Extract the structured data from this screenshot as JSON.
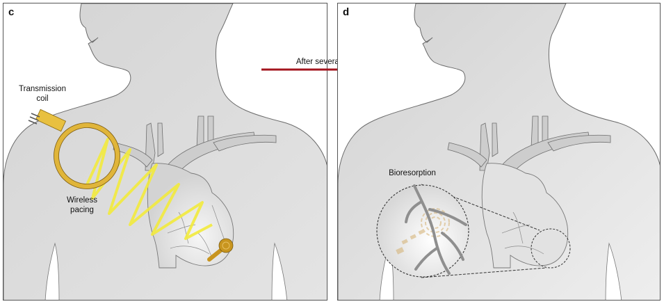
{
  "figure": {
    "panels": [
      {
        "label": "c",
        "annotations": {
          "coil": "Transmission\ncoil",
          "coil_line1": "Transmission",
          "coil_line2": "coil",
          "pacing_line1": "Wireless",
          "pacing_line2": "pacing"
        }
      },
      {
        "label": "d",
        "annotations": {
          "bioresorption": "Bioresorption"
        }
      }
    ],
    "transition": {
      "label": "After several weeks"
    },
    "colors": {
      "body": "#d9d9d9",
      "outline": "#666666",
      "coil_gold": "#e0b53a",
      "wave_yellow": "#f2ea3c",
      "arrow_red": "#a3141e",
      "device_gold": "#c8951f"
    }
  }
}
